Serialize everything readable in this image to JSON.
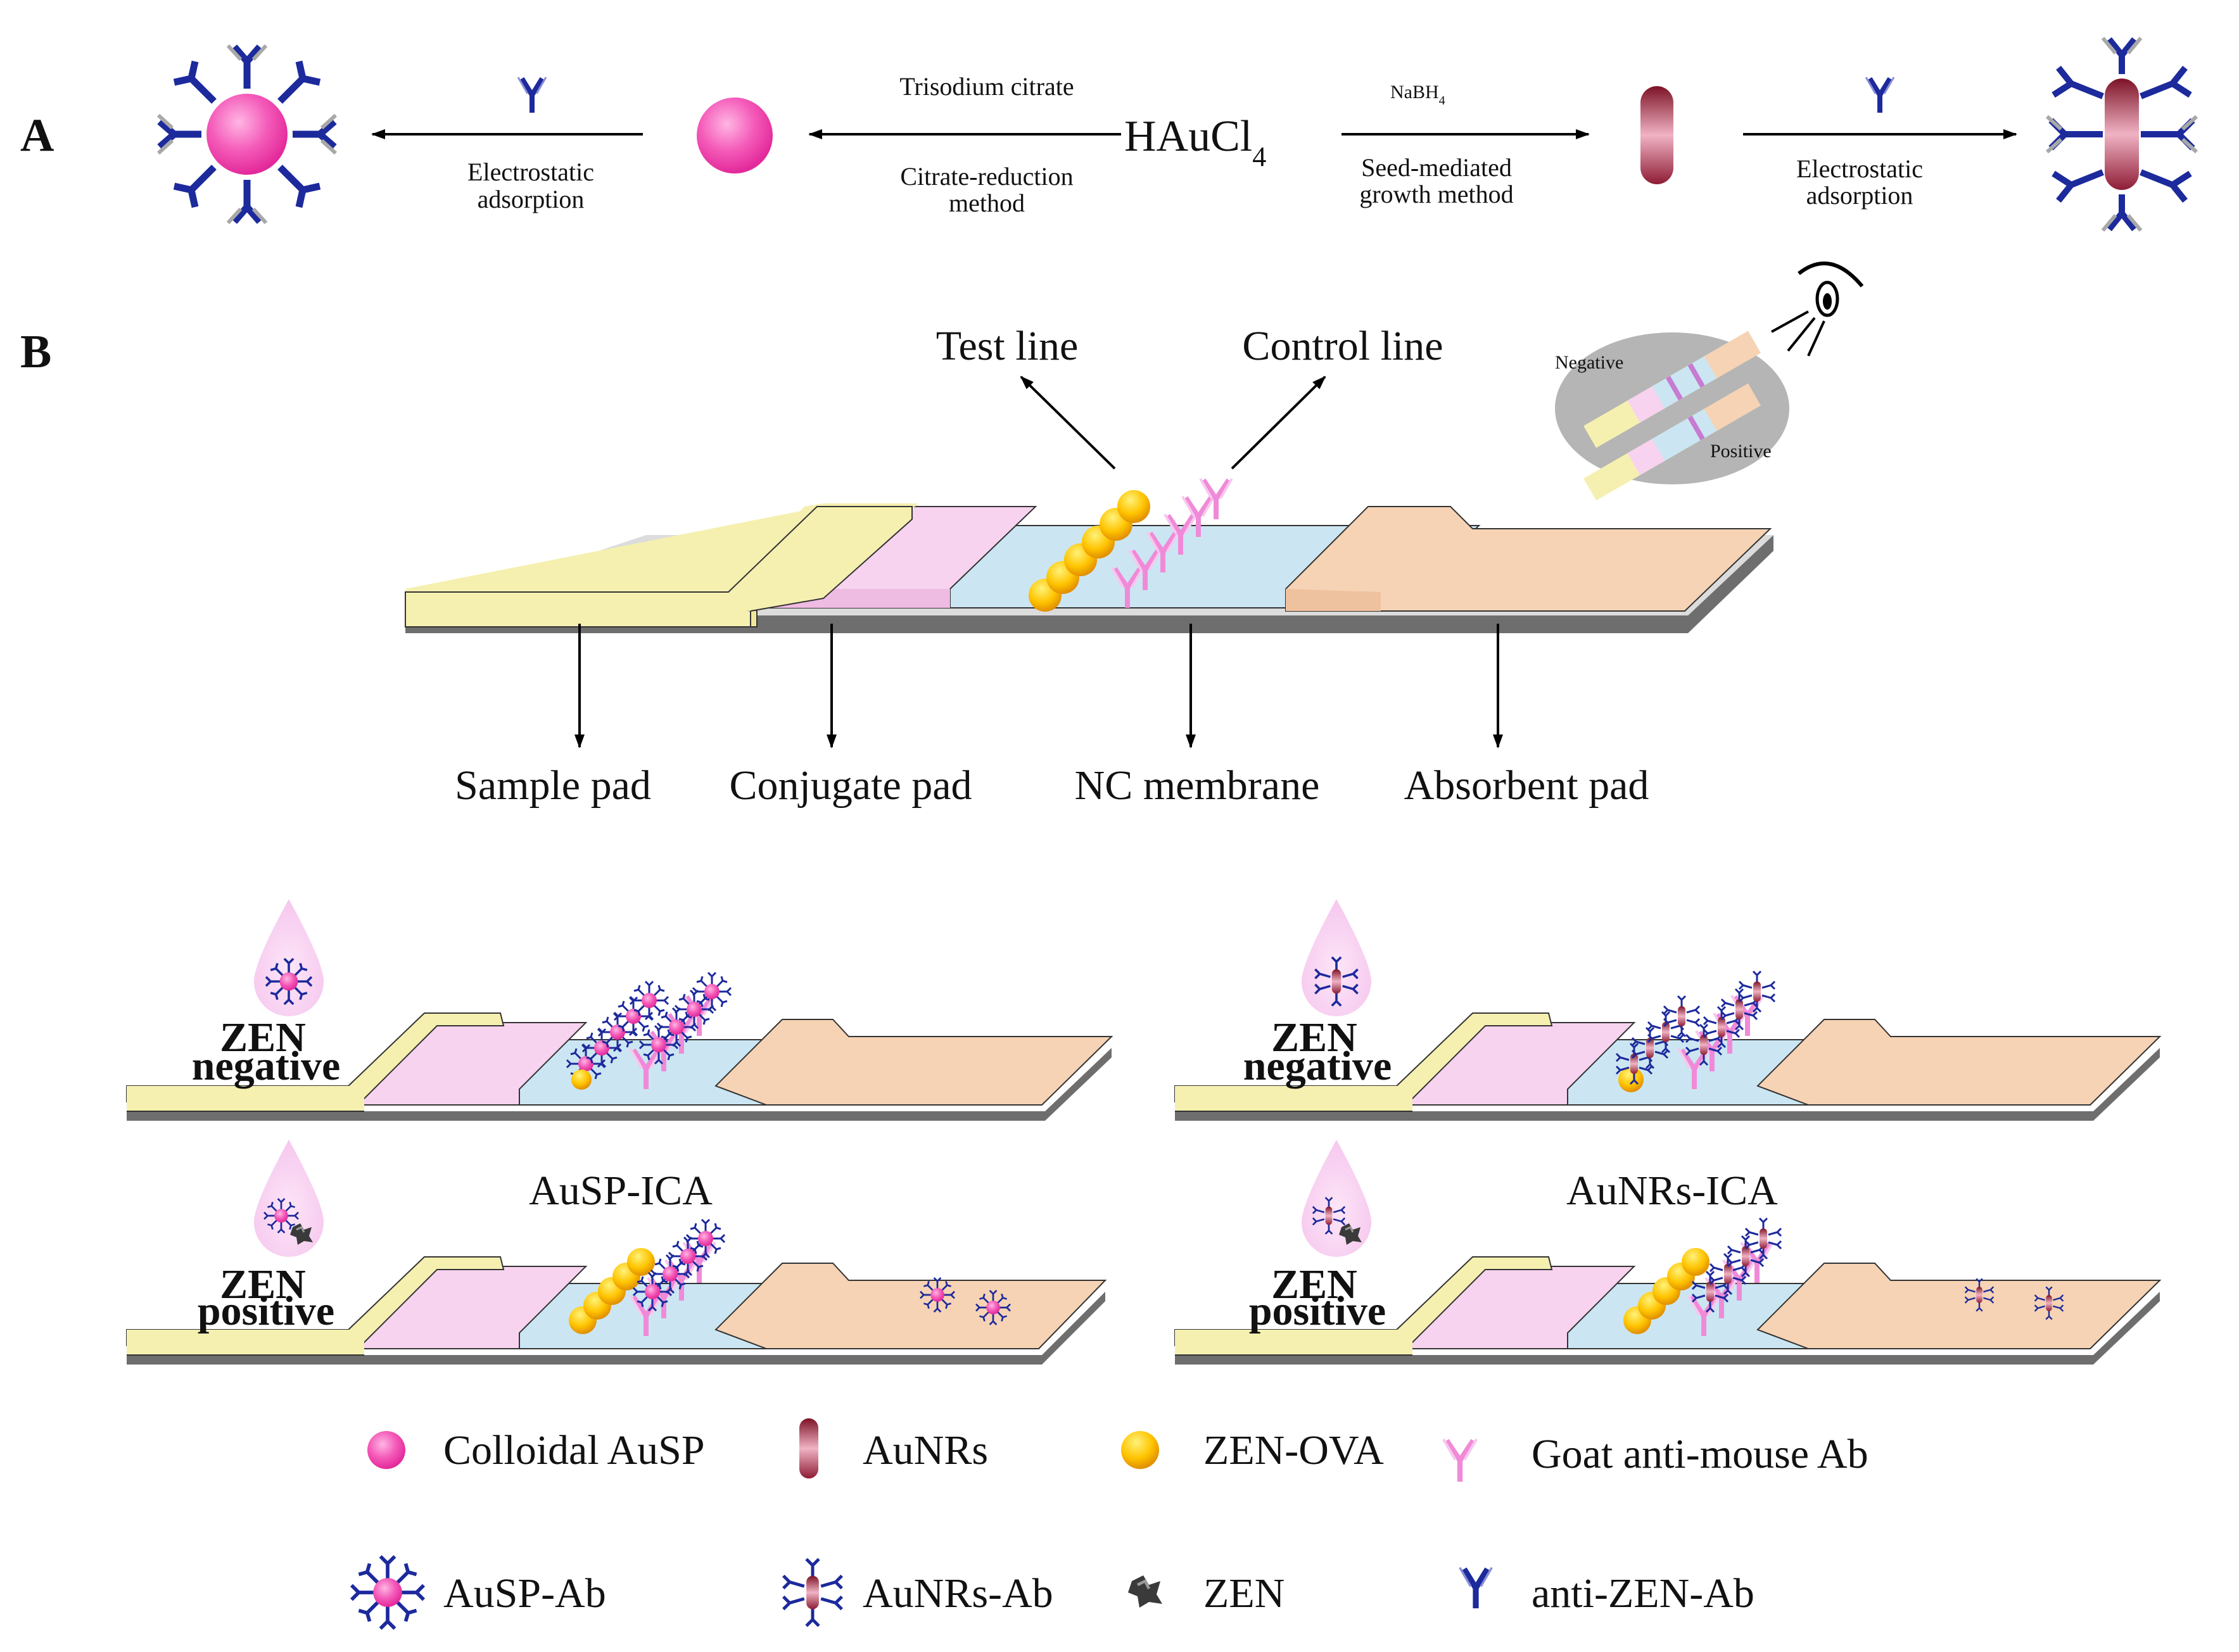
{
  "panel_a": {
    "label": "A",
    "reagent": "HAuCl",
    "reagent_sub": "4",
    "left_step1": {
      "top": "Trisodium citrate",
      "bottom1": "Citrate-reduction",
      "bottom2": "method"
    },
    "left_step2": {
      "bottom1": "Electrostatic",
      "bottom2": "adsorption"
    },
    "right_step1": {
      "top": "NaBH",
      "top_sub": "4",
      "bottom1": "Seed-mediated",
      "bottom2": "growth method"
    },
    "right_step2": {
      "bottom1": "Electrostatic",
      "bottom2": "adsorption"
    }
  },
  "panel_b": {
    "label": "B",
    "test_line": "Test line",
    "control_line": "Control line",
    "inset": {
      "negative": "Negative",
      "positive": "Positive"
    },
    "parts": [
      "Sample pad",
      "Conjugate pad",
      "NC membrane",
      "Absorbent pad"
    ]
  },
  "assays": {
    "left_title": "AuSP-ICA",
    "right_title": "AuNRs-ICA",
    "zen": "ZEN",
    "negative": "negative",
    "positive": "positive"
  },
  "legend": {
    "colloidal_ausp": "Colloidal AuSP",
    "aunrs": "AuNRs",
    "zen_ova": "ZEN-OVA",
    "goat_ab": "Goat anti-mouse Ab",
    "ausp_ab": "AuSP-Ab",
    "aunrs_ab": "AuNRs-Ab",
    "zen": "ZEN",
    "anti_zen_ab": "anti-ZEN-Ab"
  },
  "colors": {
    "sample_pad": "#f5f0b0",
    "conjugate_pad": "#f7d3ef",
    "nc_membrane": "#cbe6f2",
    "absorbent_pad": "#f6d3b4",
    "gold_sphere": "#ee4aa8",
    "antibody_blue": "#1c2a9c",
    "goat_ab_pink": "#f08ad8",
    "zen_ova": "#f5b800",
    "base": "#6e6e6e"
  }
}
